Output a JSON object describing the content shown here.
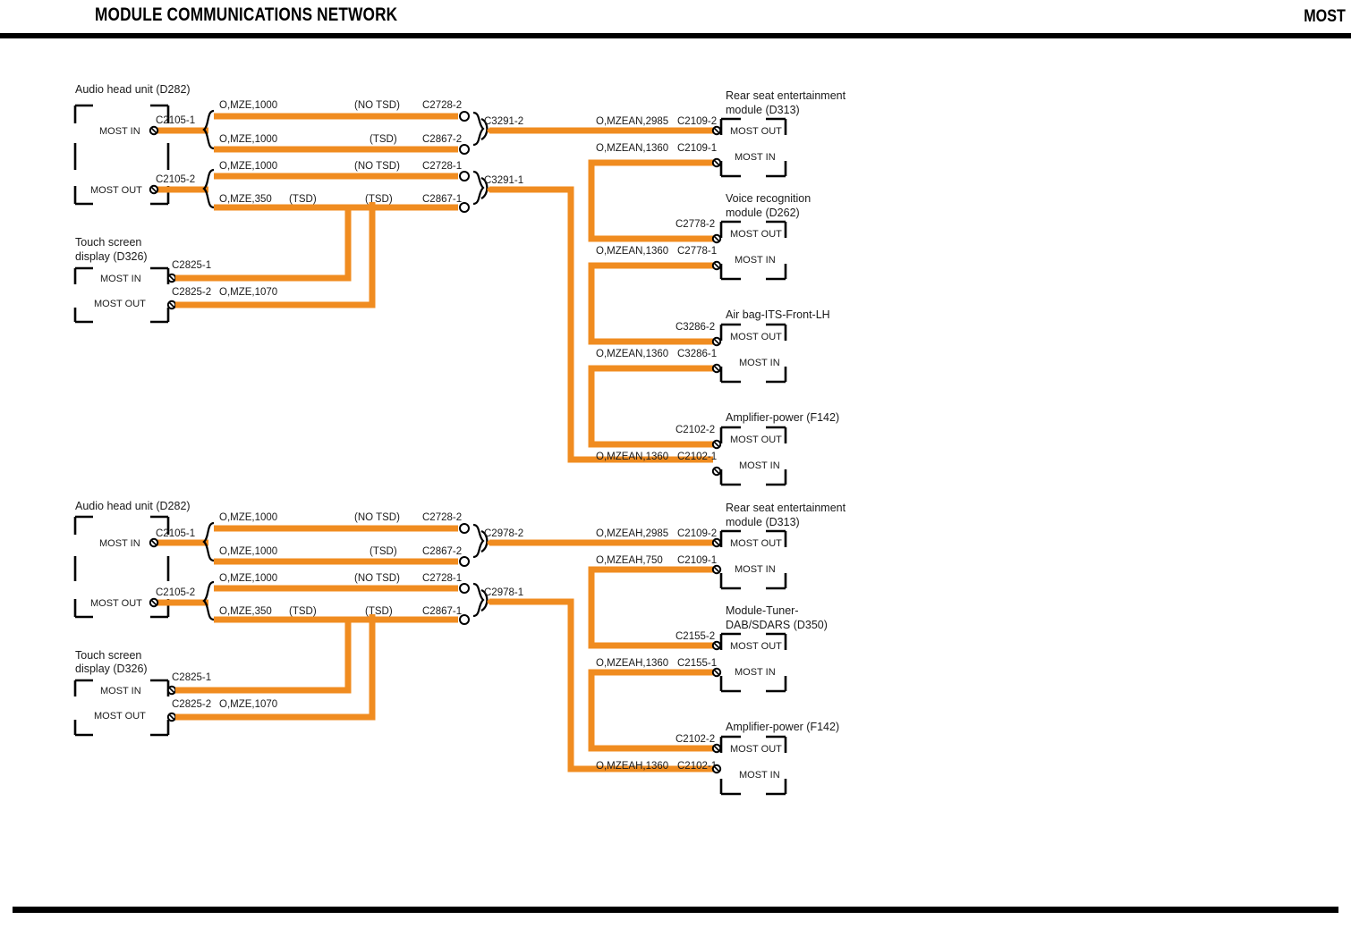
{
  "header": {
    "title": "MODULE COMMUNICATIONS NETWORK",
    "right_label": "MOST"
  },
  "colors": {
    "wire_orange": "#F08C20",
    "line_black": "#000000",
    "text": "#1a1a1a"
  },
  "ports": {
    "most_in": "MOST IN",
    "most_out": "MOST OUT"
  },
  "sections": [
    {
      "id": "top",
      "modules_left": [
        {
          "name": "audio-head-unit",
          "title": "Audio head unit (D282)",
          "ports": [
            {
              "label": "MOST IN",
              "connector": "C2105-1"
            },
            {
              "label": "MOST OUT",
              "connector": "C2105-2"
            }
          ]
        },
        {
          "name": "touch-screen-display",
          "title_line1": "Touch screen",
          "title_line2": "display (D326)",
          "ports": [
            {
              "label": "MOST IN",
              "connector": "C2825-1",
              "wire": ""
            },
            {
              "label": "MOST OUT",
              "connector": "C2825-2",
              "wire": "O,MZE,1070"
            }
          ]
        }
      ],
      "trunk_wires": [
        {
          "spec": "O,MZE,1000",
          "tsd": "(NO TSD)",
          "connector": "C2728-2"
        },
        {
          "spec": "O,MZE,1000",
          "tsd": "(TSD)",
          "connector": "C2867-2"
        },
        {
          "spec": "O,MZE,1000",
          "tsd": "(NO TSD)",
          "connector": "C2728-1"
        },
        {
          "spec": "O,MZE,350",
          "tsd": "(TSD)",
          "tsd2": "(TSD)",
          "connector": "C2867-1"
        }
      ],
      "junctions": [
        {
          "label": "C3291-2"
        },
        {
          "label": "C3291-1"
        }
      ],
      "modules_right": [
        {
          "name": "rear-seat-entertainment-module",
          "title_line1": "Rear seat entertainment",
          "title_line2": "module (D313)",
          "ports": [
            {
              "label": "MOST OUT",
              "connector": "C2109-2",
              "spec": "O,MZEAN,2985"
            },
            {
              "label": "MOST IN",
              "connector": "C2109-1",
              "spec": "O,MZEAN,1360"
            }
          ]
        },
        {
          "name": "voice-recognition-module",
          "title_line1": "Voice recognition",
          "title_line2": "module (D262)",
          "ports": [
            {
              "label": "MOST OUT",
              "connector": "C2778-2",
              "spec": ""
            },
            {
              "label": "MOST IN",
              "connector": "C2778-1",
              "spec": "O,MZEAN,1360"
            }
          ]
        },
        {
          "name": "air-bag-its-front-lh",
          "title_line1": "Air bag-ITS-Front-LH",
          "title_line2": "",
          "ports": [
            {
              "label": "MOST OUT",
              "connector": "C3286-2",
              "spec": ""
            },
            {
              "label": "MOST IN",
              "connector": "C3286-1",
              "spec": "O,MZEAN,1360"
            }
          ]
        },
        {
          "name": "amplifier-power",
          "title_line1": "Amplifier-power (F142)",
          "title_line2": "",
          "ports": [
            {
              "label": "MOST OUT",
              "connector": "C2102-2",
              "spec": ""
            },
            {
              "label": "MOST IN",
              "connector": "C2102-1",
              "spec": "O,MZEAN,1360"
            }
          ]
        }
      ]
    },
    {
      "id": "bottom",
      "modules_left": [
        {
          "name": "audio-head-unit",
          "title": "Audio head unit (D282)",
          "ports": [
            {
              "label": "MOST IN",
              "connector": "C2105-1"
            },
            {
              "label": "MOST OUT",
              "connector": "C2105-2"
            }
          ]
        },
        {
          "name": "touch-screen-display",
          "title_line1": "Touch screen",
          "title_line2": "display (D326)",
          "ports": [
            {
              "label": "MOST IN",
              "connector": "C2825-1",
              "wire": ""
            },
            {
              "label": "MOST OUT",
              "connector": "C2825-2",
              "wire": "O,MZE,1070"
            }
          ]
        }
      ],
      "trunk_wires": [
        {
          "spec": "O,MZE,1000",
          "tsd": "(NO TSD)",
          "connector": "C2728-2"
        },
        {
          "spec": "O,MZE,1000",
          "tsd": "(TSD)",
          "connector": "C2867-2"
        },
        {
          "spec": "O,MZE,1000",
          "tsd": "(NO TSD)",
          "connector": "C2728-1"
        },
        {
          "spec": "O,MZE,350",
          "tsd": "(TSD)",
          "tsd2": "(TSD)",
          "connector": "C2867-1"
        }
      ],
      "junctions": [
        {
          "label": "C2978-2"
        },
        {
          "label": "C2978-1"
        }
      ],
      "modules_right": [
        {
          "name": "rear-seat-entertainment-module",
          "title_line1": "Rear seat entertainment",
          "title_line2": "module (D313)",
          "ports": [
            {
              "label": "MOST OUT",
              "connector": "C2109-2",
              "spec": "O,MZEAH,2985"
            },
            {
              "label": "MOST IN",
              "connector": "C2109-1",
              "spec": "O,MZEAH,750"
            }
          ]
        },
        {
          "name": "module-tuner-dab-sdars",
          "title_line1": "Module-Tuner-",
          "title_line2": "DAB/SDARS (D350)",
          "ports": [
            {
              "label": "MOST OUT",
              "connector": "C2155-2",
              "spec": ""
            },
            {
              "label": "MOST IN",
              "connector": "C2155-1",
              "spec": "O,MZEAH,1360"
            }
          ]
        },
        {
          "name": "amplifier-power",
          "title_line1": "Amplifier-power (F142)",
          "title_line2": "",
          "ports": [
            {
              "label": "MOST OUT",
              "connector": "C2102-2",
              "spec": ""
            },
            {
              "label": "MOST IN",
              "connector": "C2102-1",
              "spec": "O,MZEAH,1360"
            }
          ]
        }
      ]
    }
  ]
}
